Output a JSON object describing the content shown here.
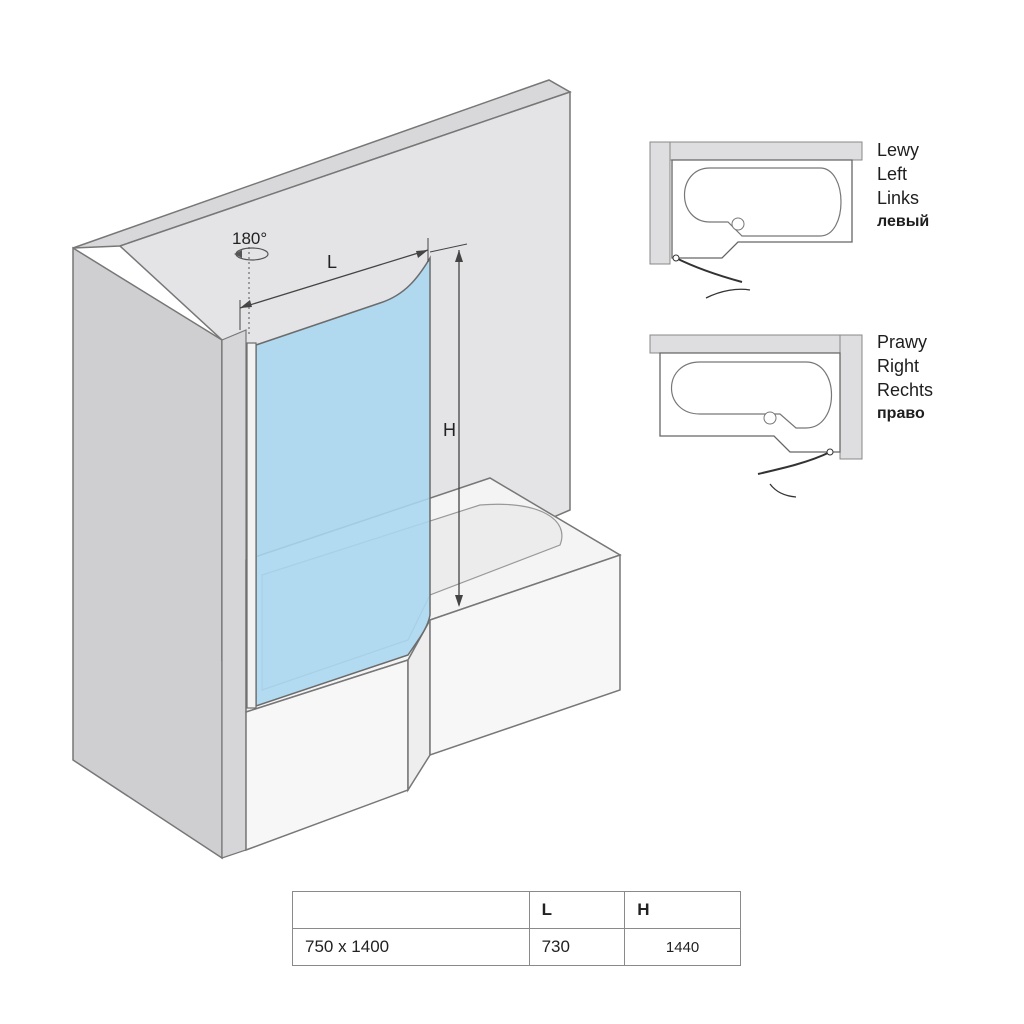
{
  "annotations": {
    "rotation": "180°",
    "width_symbol": "L",
    "height_symbol": "H"
  },
  "variants": {
    "left": [
      "Lewy",
      "Left",
      "Links",
      "левый"
    ],
    "right": [
      "Prawy",
      "Right",
      "Rechts",
      "право"
    ]
  },
  "table": {
    "headers": [
      "",
      "L",
      "H"
    ],
    "rows": [
      [
        "750 x 1400",
        "730",
        "1440"
      ]
    ]
  },
  "colors": {
    "wall": "#e6e6e8",
    "glass": "#a9d6f0",
    "outline": "#6b6b6b"
  }
}
